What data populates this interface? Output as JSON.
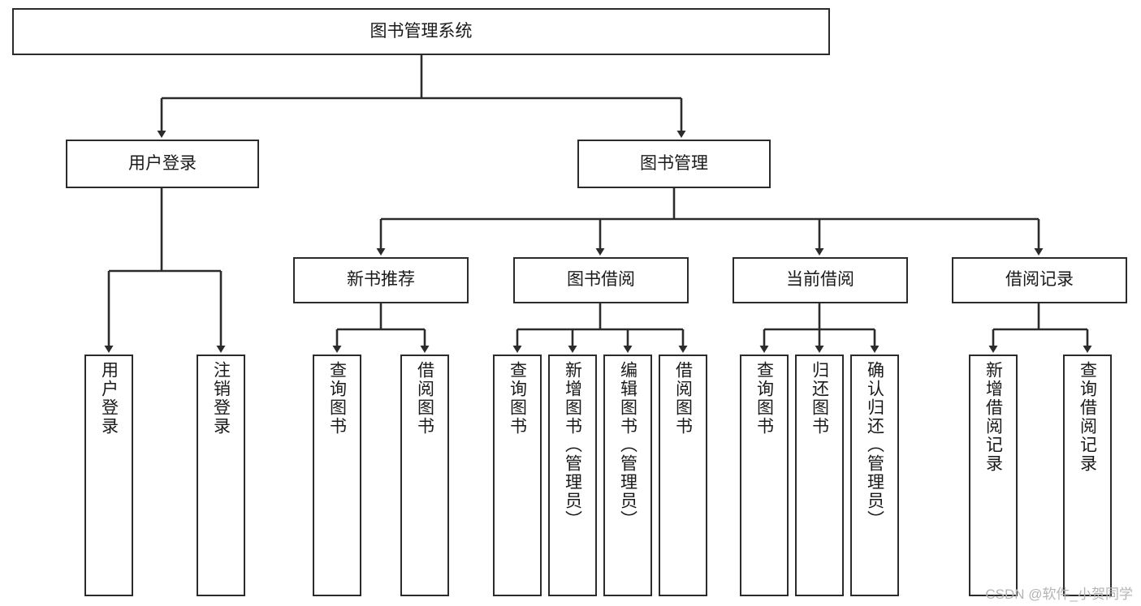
{
  "diagram": {
    "title": "图书管理系统",
    "type": "hierarchy-tree",
    "background_color": "#ffffff",
    "line_color": "#2b2b2b",
    "text_color": "#1a1a1a",
    "root": {
      "id": "root",
      "label": "图书管理系统",
      "orientation": "horizontal"
    },
    "level2": [
      {
        "id": "user-login",
        "label": "用户登录",
        "orientation": "horizontal"
      },
      {
        "id": "book-management",
        "label": "图书管理",
        "orientation": "horizontal"
      }
    ],
    "level3": [
      {
        "id": "new-book-recommend",
        "label": "新书推荐",
        "orientation": "horizontal",
        "parent": "book-management"
      },
      {
        "id": "book-borrow",
        "label": "图书借阅",
        "orientation": "horizontal",
        "parent": "book-management"
      },
      {
        "id": "current-borrow",
        "label": "当前借阅",
        "orientation": "horizontal",
        "parent": "book-management"
      },
      {
        "id": "borrow-record",
        "label": "借阅记录",
        "orientation": "horizontal",
        "parent": "book-management"
      }
    ],
    "leaves": [
      {
        "id": "leaf-user-login",
        "label": "用户登录",
        "orientation": "vertical",
        "parent": "user-login"
      },
      {
        "id": "leaf-user-logout",
        "label": "注销登录",
        "orientation": "vertical",
        "parent": "user-login"
      },
      {
        "id": "leaf-query-books-rec",
        "label": "查询图书",
        "orientation": "vertical",
        "parent": "new-book-recommend"
      },
      {
        "id": "leaf-borrow-books-rec",
        "label": "借阅图书",
        "orientation": "vertical",
        "parent": "new-book-recommend"
      },
      {
        "id": "leaf-query-books-borrow",
        "label": "查询图书",
        "orientation": "vertical",
        "parent": "book-borrow"
      },
      {
        "id": "leaf-add-book-admin",
        "label": "新增图书（管理员）",
        "orientation": "vertical",
        "parent": "book-borrow"
      },
      {
        "id": "leaf-edit-book-admin",
        "label": "编辑图书（管理员）",
        "orientation": "vertical",
        "parent": "book-borrow"
      },
      {
        "id": "leaf-borrow-books",
        "label": "借阅图书",
        "orientation": "vertical",
        "parent": "book-borrow"
      },
      {
        "id": "leaf-query-books-current",
        "label": "查询图书",
        "orientation": "vertical",
        "parent": "current-borrow"
      },
      {
        "id": "leaf-return-books",
        "label": "归还图书",
        "orientation": "vertical",
        "parent": "current-borrow"
      },
      {
        "id": "leaf-confirm-return-admin",
        "label": "确认归还（管理员）",
        "orientation": "vertical",
        "parent": "current-borrow"
      },
      {
        "id": "leaf-add-borrow-record",
        "label": "新增借阅记录",
        "orientation": "vertical",
        "parent": "borrow-record"
      },
      {
        "id": "leaf-query-borrow-record",
        "label": "查询借阅记录",
        "orientation": "vertical",
        "parent": "borrow-record"
      }
    ]
  },
  "watermark": {
    "text": "CSDN @软件_小贺同学"
  }
}
